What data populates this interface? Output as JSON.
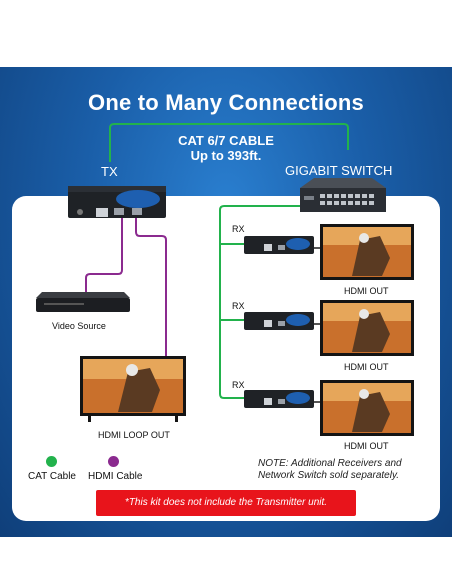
{
  "title": "One to Many Connections",
  "cable_line1": "CAT 6/7 CABLE",
  "cable_line2": "Up to 393ft.",
  "tx_label": "TX",
  "switch_label": "GIGABIT SWITCH",
  "rx_label": "RX",
  "video_source_label": "Video Source",
  "hdmi_loop_label": "HDMI LOOP OUT",
  "hdmi_out_label": "HDMI OUT",
  "legend": {
    "cat": "CAT Cable",
    "hdmi": "HDMI Cable",
    "cat_color": "#22b24c",
    "hdmi_color": "#8b2a8f"
  },
  "note_line1": "NOTE: Additional Receivers and",
  "note_line2": "Network Switch sold separately.",
  "footer": "*This kit does not include the Transmitter unit."
}
